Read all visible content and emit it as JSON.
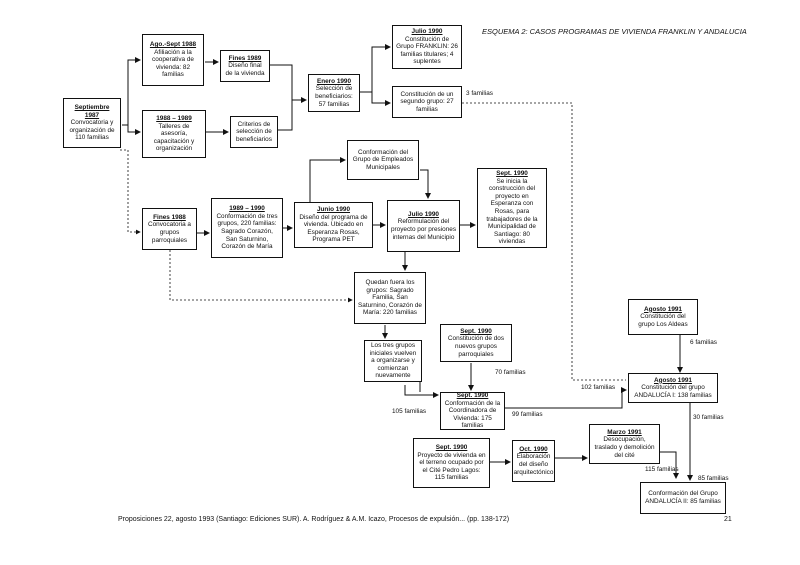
{
  "title": "ESQUEMA 2: CASOS PROGRAMAS DE VIVIENDA FRANKLIN Y ANDALUCIA",
  "footer": "Proposiciones 22, agosto 1993 (Santiago: Ediciones SUR). A. Rodríguez & A.M. Icazo, Procesos de expulsión... (pp. 138-172)",
  "page_number": "21",
  "nodes": {
    "sep1987": {
      "head": "Septiembre 1987",
      "body": "Convocatoria y organización de 110 familias"
    },
    "ago1988": {
      "head": "Ago.-Sept 1988",
      "body": "Afiliación a la cooperativa de vivienda: 82 familias"
    },
    "ta1988": {
      "head": "1988 – 1989",
      "body": "Talleres de asesoría, capacitación y organización"
    },
    "fin1989": {
      "head": "Fines 1989",
      "body": "Diseño final de la vivienda"
    },
    "crit": {
      "head": "",
      "body": "Criterios de selección de beneficiarios"
    },
    "ene1990": {
      "head": "Enero 1990",
      "body": "Selección de beneficiarios: 57 familias"
    },
    "jul1990a": {
      "head": "Julio 1990",
      "body": "Constitución de Grupo FRANKLIN: 26 familias titulares; 4 suplentes"
    },
    "seg": {
      "head": "",
      "body": "Constitución de un segundo grupo: 27 familias"
    },
    "fin1988": {
      "head": "Fines 1988",
      "body": "Convocatoria a grupos parroquiales"
    },
    "g8990": {
      "head": "1989 – 1990",
      "body": "Conformación de tres grupos, 220 familias: Sagrado Corazón, San Saturnino, Corazón de María"
    },
    "conf": {
      "head": "",
      "body": "Conformación del Grupo de Empleados Municipales"
    },
    "jun1990": {
      "head": "Junio 1990",
      "body": "Diseño del programa de vivienda. Ubicado en Esperanza Rosas, Programa PET"
    },
    "jul1990b": {
      "head": "Julio 1990",
      "body": "Reformulación del proyecto por presiones internas del Municipio"
    },
    "sep1990a": {
      "head": "Sept. 1990",
      "body": "Se inicia la construcción del proyecto en Esperanza con Rosas, para trabajadores de la Municipalidad de Santiago: 80 viviendas"
    },
    "quedan": {
      "head": "",
      "body": "Quedan fuera los grupos: Sagrado Familia, San Saturnino, Corazón de María: 220 familias"
    },
    "sep1990b": {
      "head": "Sept. 1990",
      "body": "Constitución de dos nuevos grupos parroquiales"
    },
    "tres": {
      "head": "",
      "body": "Los tres grupos iniciales vuelven a organizarse y comienzan nuevamente"
    },
    "sep1990c": {
      "head": "Sept. 1990",
      "body": "Conformación de la Coordinadora de Vivienda: 175 familias"
    },
    "ago1991a": {
      "head": "Agosto 1991",
      "body": "Constitución del grupo Los Aldeas"
    },
    "ago1991b": {
      "head": "Agosto 1991",
      "body": "Constitución del grupo ANDALUCÍA I: 138 familias"
    },
    "sep1990d": {
      "head": "Sept. 1990",
      "body": "Proyecto de vivienda en el terreno ocupado por el Cité Pedro Lagos: 115 familias"
    },
    "oct1990": {
      "head": "Oct. 1990",
      "body": "Elaboración del diseño arquitectónico"
    },
    "mar1991": {
      "head": "Marzo 1991",
      "body": "Desocupación, traslado y demolición del cité"
    },
    "and2": {
      "head": "",
      "body": "Conformación del Grupo ANDALUCÍA II: 85 familias"
    }
  },
  "labels": {
    "l3": "3 familias",
    "l102": "102 familias",
    "l6": "6 familias",
    "l70": "70 familias",
    "l105": "105 familias",
    "l99": "99 familias",
    "l30": "30 familias",
    "l115": "115 familias",
    "l85": "85 familias"
  }
}
